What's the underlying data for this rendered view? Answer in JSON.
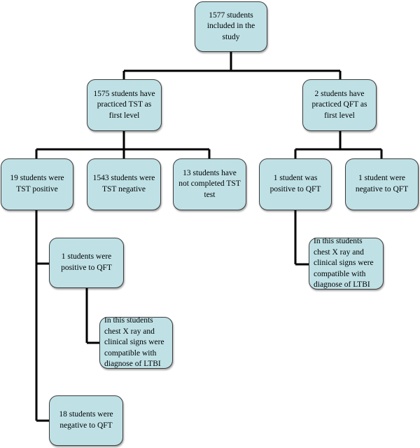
{
  "diagram": {
    "nodes": {
      "root": "1577 students included in the study",
      "tst_first": "1575 students have practiced TST as first level",
      "qft_first": "2 students have practiced QFT as first level",
      "tst_positive": "19 students were TST positive",
      "tst_negative": "1543 students were TST negative",
      "tst_not_completed": "13 students have not completed TST test",
      "qft_positive_1": "1 student  was positive to QFT",
      "qft_negative_1": "1 student were negative to QFT",
      "qft_positive_tst": "1 students were positive to QFT",
      "ltbi_right": "In this students chest X ray and clinical signs were compatible with  diagnose of LTBI",
      "ltbi_left": "In this students chest X ray and clinical signs were compatible with  diagnose of LTBI",
      "qft_negative_18": "18 students were negative to QFT"
    },
    "colors": {
      "box_fill": "#bfe1e6",
      "box_border": "#3c3c3c",
      "connector": "#000000"
    }
  }
}
